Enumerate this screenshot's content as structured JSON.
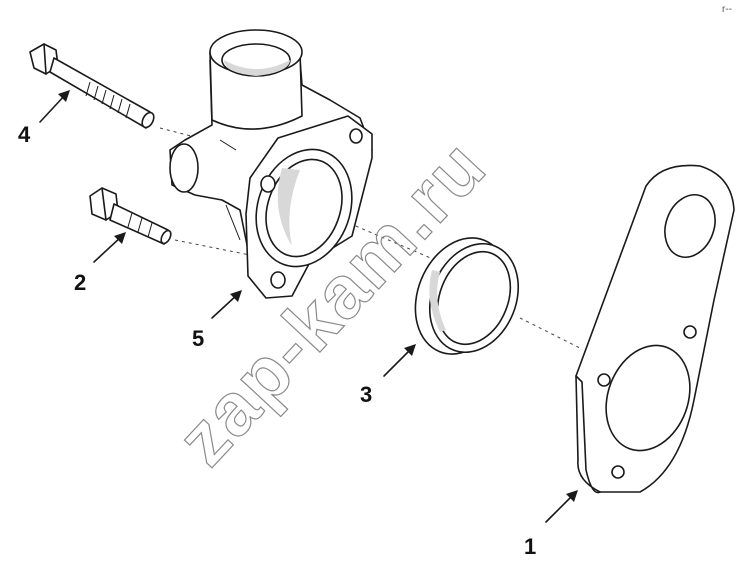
{
  "callouts": [
    {
      "id": "1",
      "label": "1"
    },
    {
      "id": "2",
      "label": "2"
    },
    {
      "id": "3",
      "label": "3"
    },
    {
      "id": "4",
      "label": "4"
    },
    {
      "id": "5",
      "label": "5"
    }
  ],
  "watermark": "zap-kam.ru",
  "corner_mark": "r--"
}
